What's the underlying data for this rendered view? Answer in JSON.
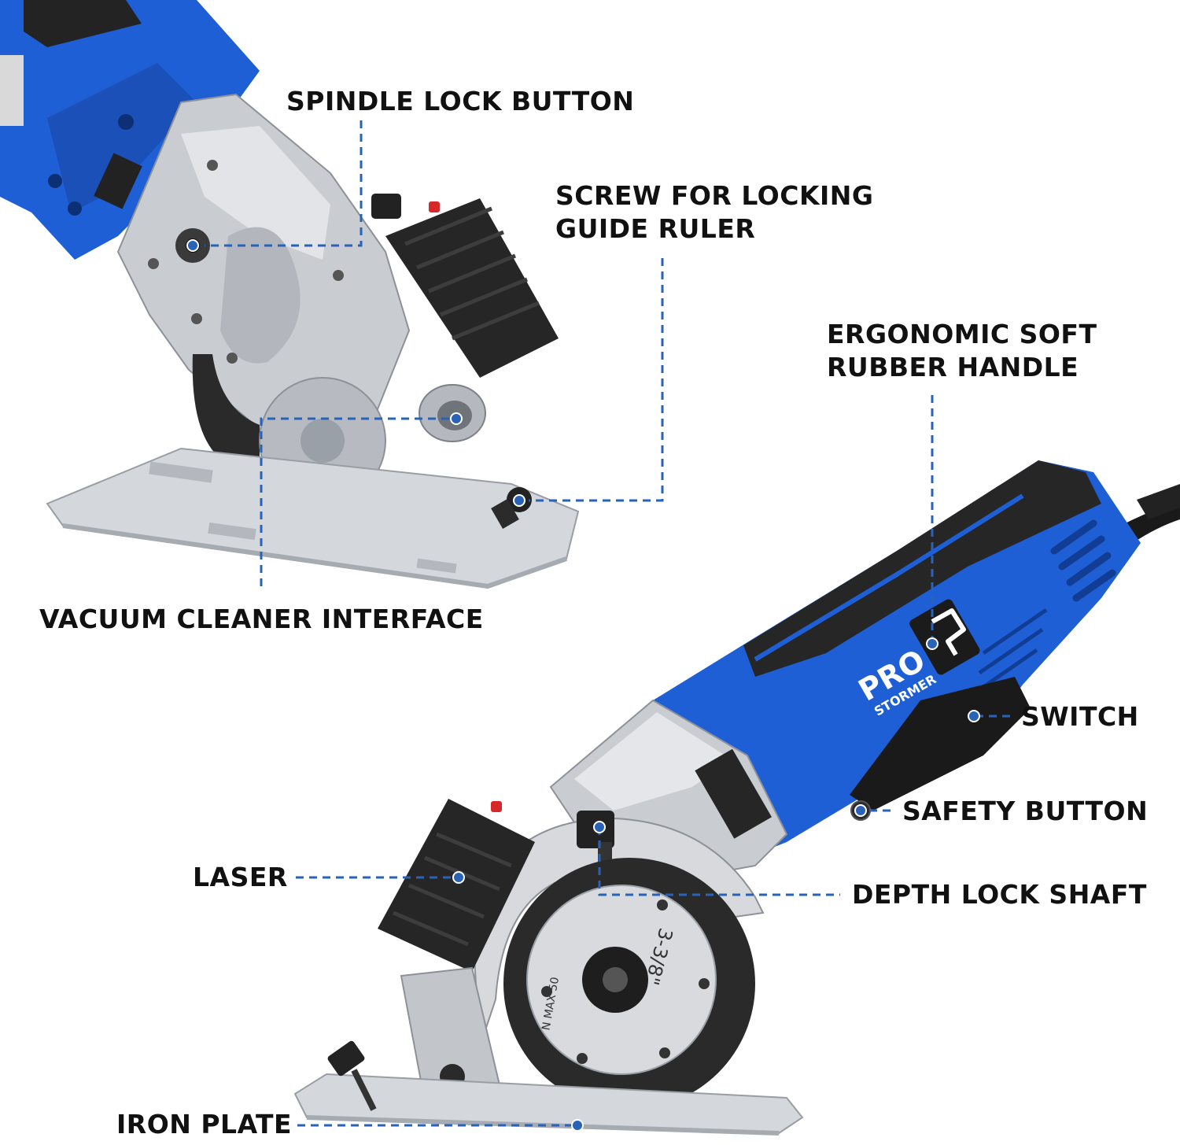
{
  "colors": {
    "blue": "#1f5fd6",
    "blue_dark": "#123d94",
    "black": "#222222",
    "silver": "#c9ccd1",
    "silver_dark": "#8d9299",
    "dash": "#2a62b8",
    "text": "#111111"
  },
  "brand": {
    "line1": "PRO",
    "line2": "STORMER"
  },
  "blade": {
    "size_text": "3-3/8\"",
    "rpm_text": "N MAX 50"
  },
  "callouts": {
    "spindle_lock_button": {
      "lines": [
        "SPINDLE LOCK BUTTON"
      ]
    },
    "screw_locking_guide_ruler": {
      "lines": [
        "SCREW FOR LOCKING",
        "GUIDE RULER"
      ]
    },
    "vacuum_cleaner_interface": {
      "lines": [
        "VACUUM CLEANER INTERFACE"
      ]
    },
    "ergonomic_soft_rubber_handle": {
      "lines": [
        "ERGONOMIC SOFT",
        "RUBBER HANDLE"
      ]
    },
    "switch": {
      "lines": [
        "SWITCH"
      ]
    },
    "safety_button": {
      "lines": [
        "SAFETY BUTTON"
      ]
    },
    "laser": {
      "lines": [
        "LASER"
      ]
    },
    "depth_lock_shaft": {
      "lines": [
        "DEPTH LOCK SHAFT"
      ]
    },
    "iron_plate": {
      "lines": [
        "IRON PLATE"
      ]
    }
  }
}
